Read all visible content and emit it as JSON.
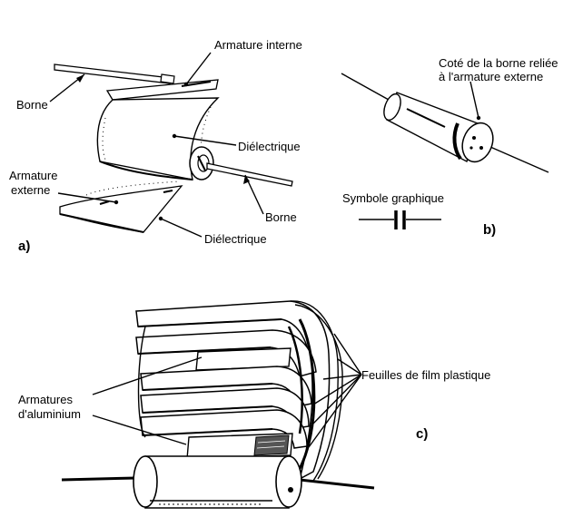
{
  "panel_a": {
    "tag": "a)",
    "labels": {
      "armature_interne": "Armature interne",
      "borne_left": "Borne",
      "dielectrique_1": "Diélectrique",
      "armature_externe_line1": "Armature",
      "armature_externe_line2": "externe",
      "borne_right": "Borne",
      "dielectrique_2": "Diélectrique"
    }
  },
  "panel_b": {
    "tag": "b)",
    "cote_line1": "Coté de la borne reliée",
    "cote_line2": "à l'armature externe",
    "symbole": "Symbole graphique"
  },
  "panel_c": {
    "tag": "c)",
    "feuilles": "Feuilles de film plastique",
    "armatures_line1": "Armatures",
    "armatures_line2": "d'aluminium"
  }
}
